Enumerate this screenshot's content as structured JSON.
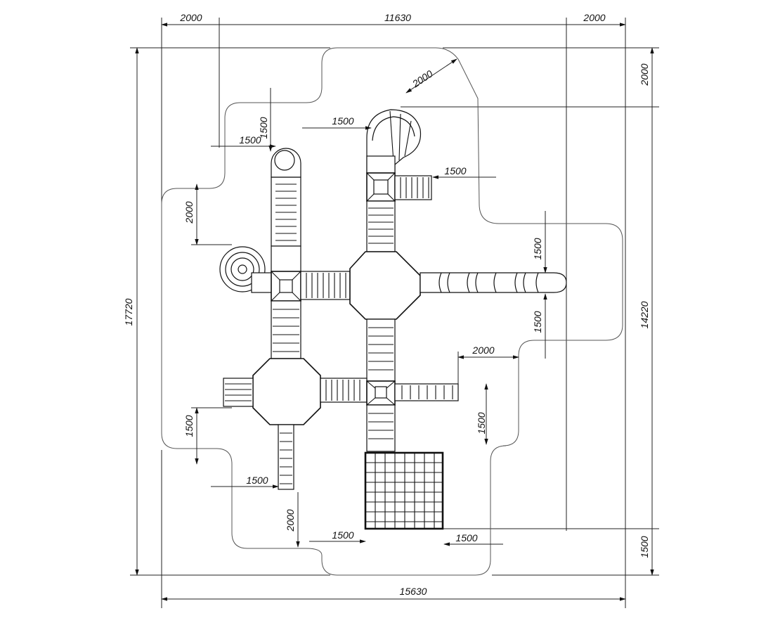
{
  "diagram": {
    "labels": {
      "top_left_margin": "2000",
      "top_total": "11630",
      "top_right_margin": "2000",
      "right_top_margin": "2000",
      "right_height": "14220",
      "right_bottom_margin": "1500",
      "left_total": "17720",
      "bottom_total": "15630",
      "slide_curve": "2000",
      "slide_offset": "1500",
      "tower_top": "1500",
      "tower_side": "1500",
      "left_clear": "2000",
      "stair_right": "1500",
      "tunnel_top": "1500",
      "tunnel_bottom": "1500",
      "mid_right": "2000",
      "bridge_right": "1500",
      "left_lower": "1500",
      "low_stair_left": "1500",
      "bottom_clear": "2000",
      "net_left": "1500",
      "net_right": "1500"
    },
    "line_color": "#111111",
    "zone_color": "#555555",
    "background": "#ffffff"
  }
}
